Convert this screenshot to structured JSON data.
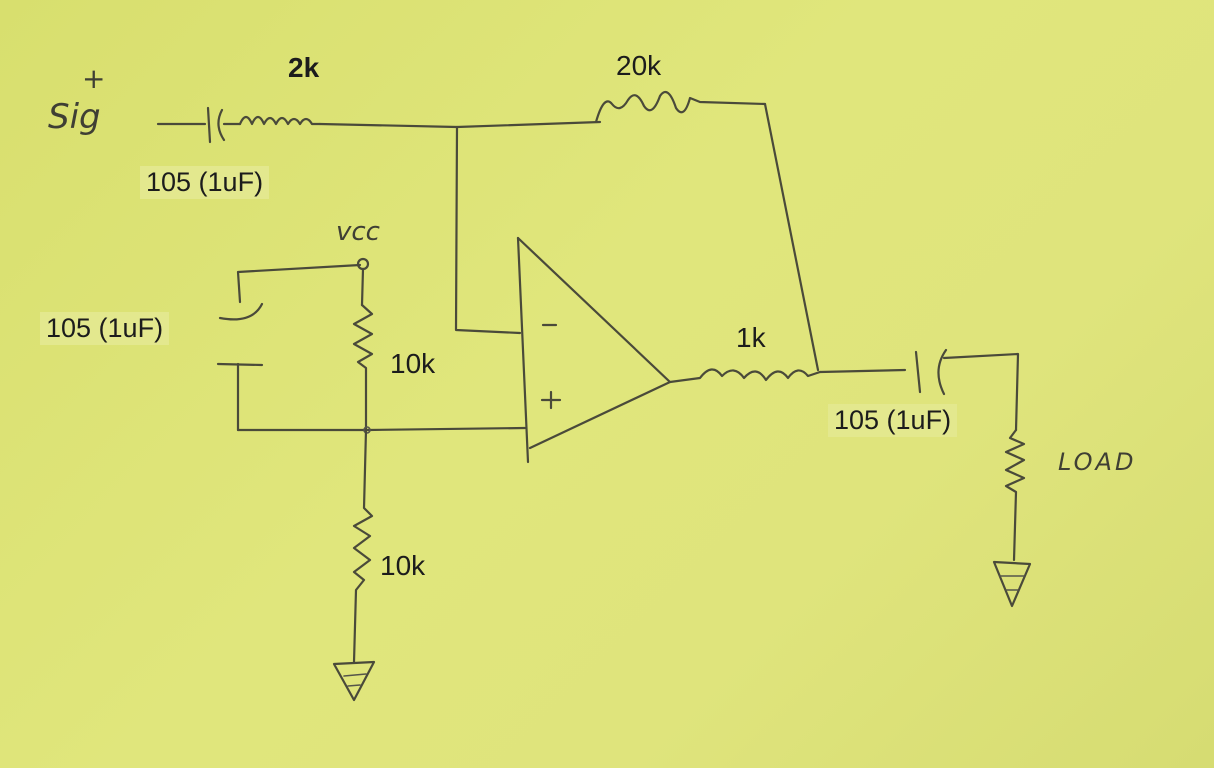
{
  "diagram": {
    "signal_label": "Sig",
    "signal_polarity": "+",
    "vcc_label": "vcc",
    "load_label": "LOAD",
    "opamp": {
      "inverting": "-",
      "noninverting": "+"
    },
    "components": {
      "input_cap": "105 (1uF)",
      "input_resistor": "2k",
      "feedback_resistor": "20k",
      "bias_cap": "105 (1uF)",
      "bias_top_resistor": "10k",
      "bias_bottom_resistor": "10k",
      "output_resistor": "1k",
      "output_cap": "105 (1uF)"
    }
  }
}
